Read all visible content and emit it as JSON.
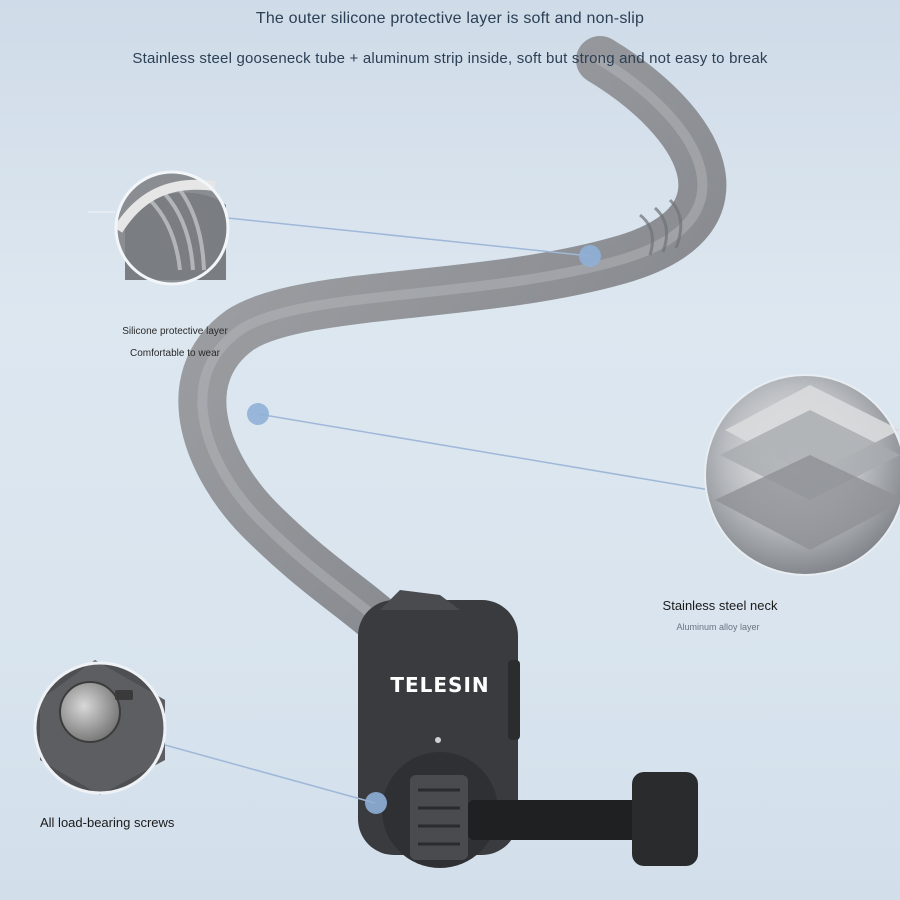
{
  "headings": {
    "line1": "The outer silicone protective layer is soft and non-slip",
    "line2": "Stainless steel gooseneck tube + aluminum strip inside, soft but strong and not easy to break"
  },
  "callouts": {
    "silicone": {
      "title": "Silicone protective layer",
      "subtitle": "Comfortable to wear"
    },
    "steel": {
      "title": "Stainless steel neck",
      "subtitle": "Aluminum alloy layer"
    },
    "screws": {
      "title": "All load-bearing screws"
    }
  },
  "product": {
    "brand": "TELESIN"
  },
  "colors": {
    "background": "#d6e2ed",
    "gooseneck": "#8e9094",
    "mount": "#3a3b3e",
    "callout_dot": "#8fb0d6",
    "callout_line": "#9fb8d8"
  }
}
